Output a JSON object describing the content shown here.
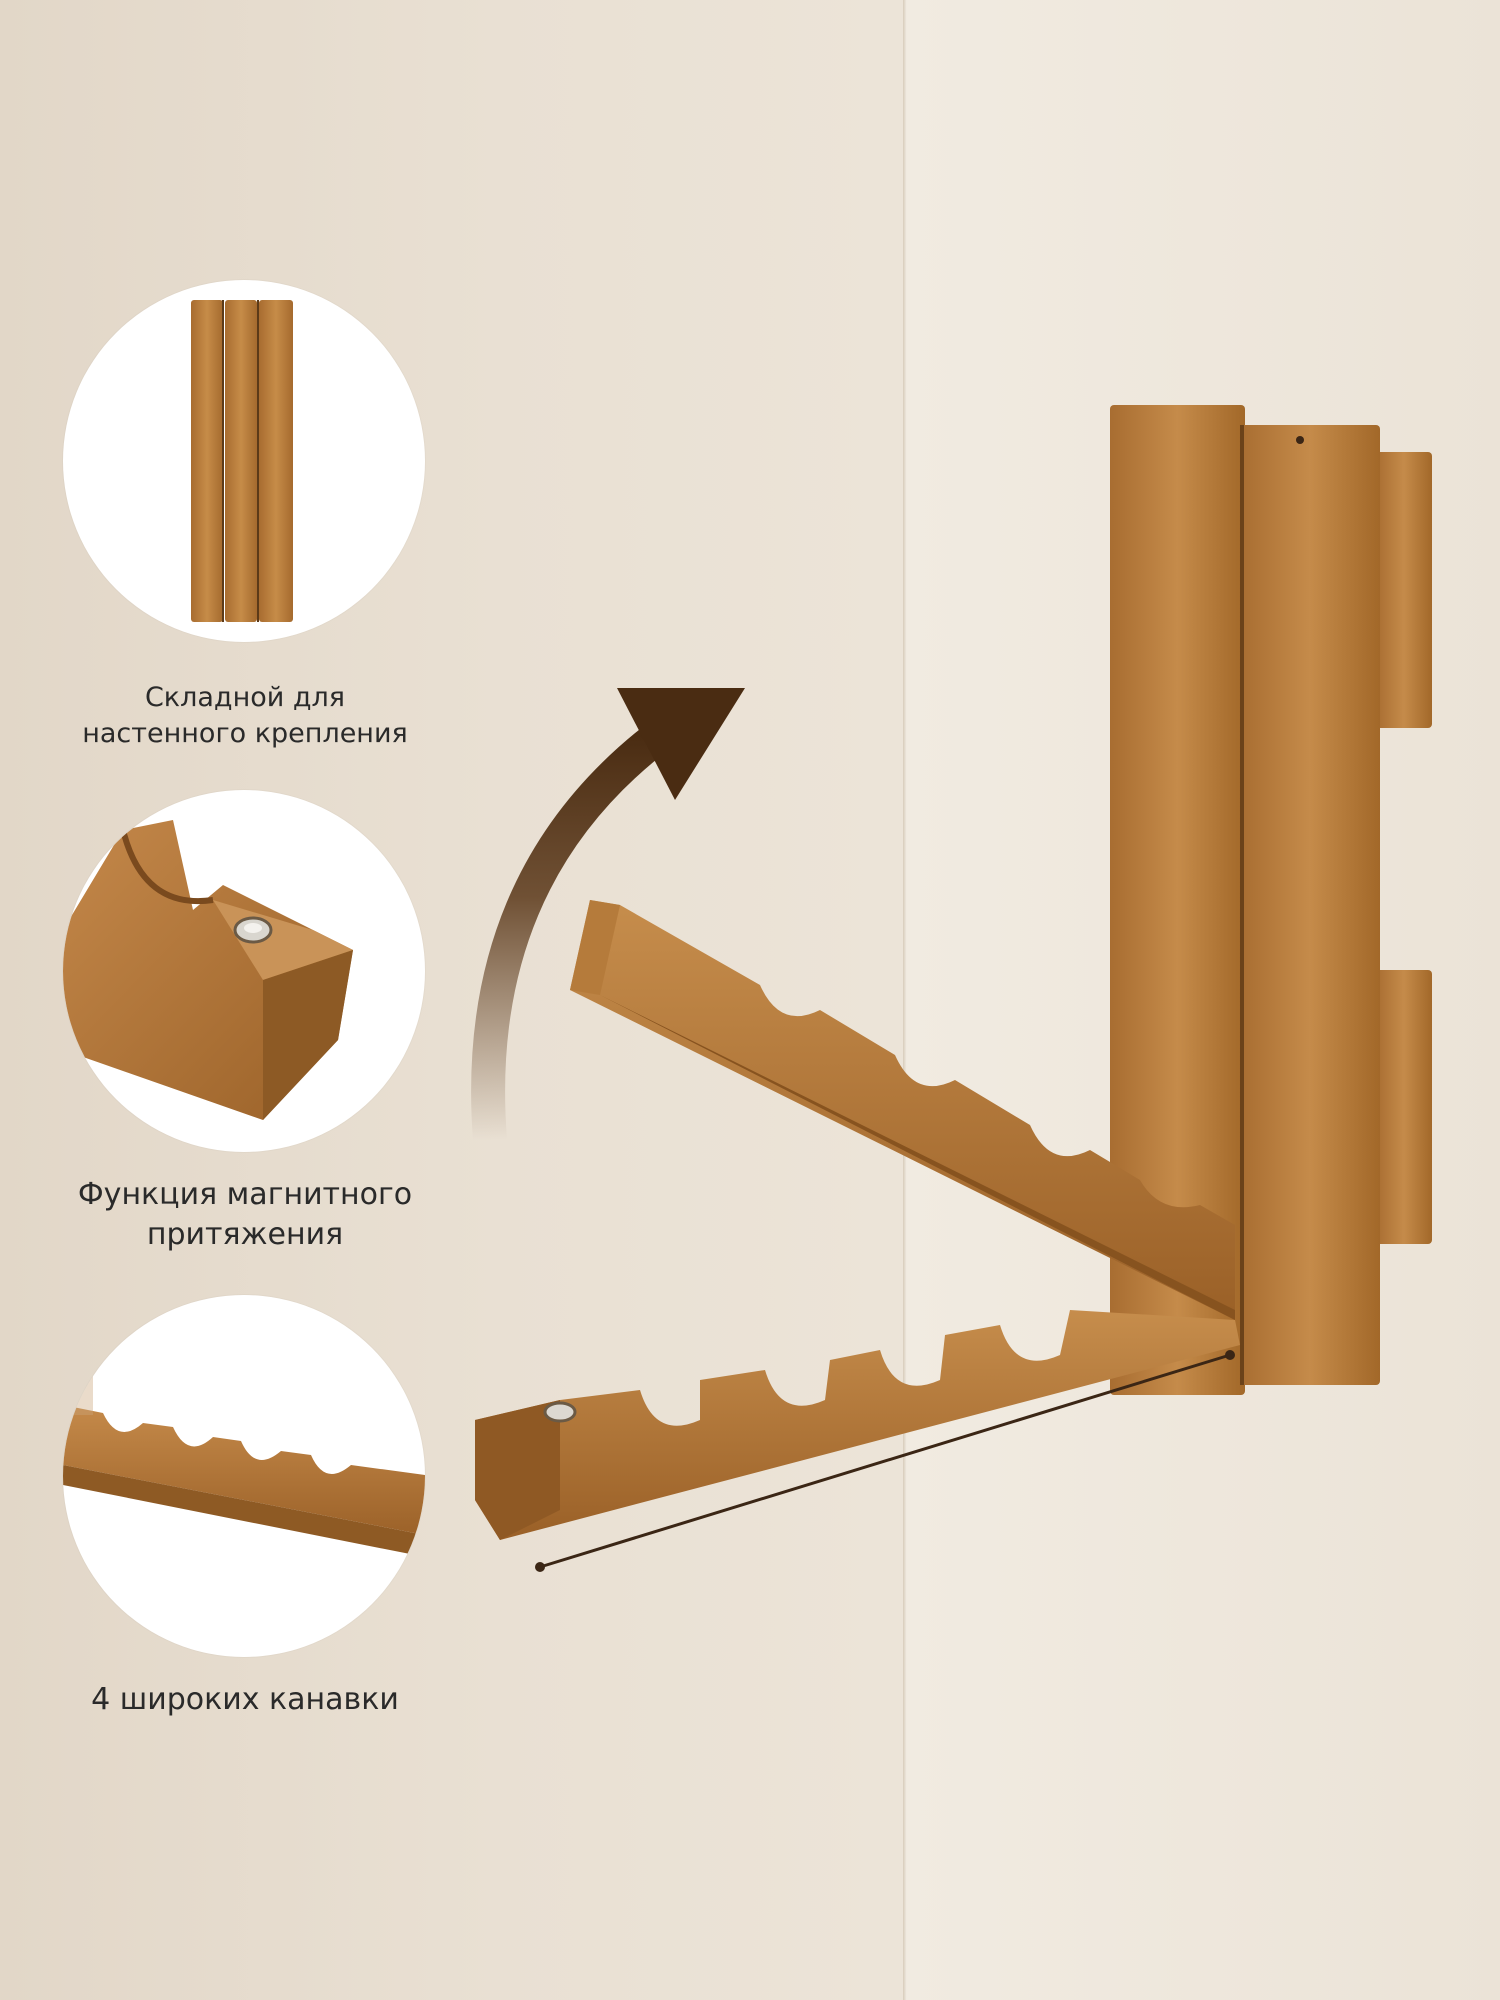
{
  "features": [
    {
      "caption_line1": "Складной для",
      "caption_line2": "настенного крепления",
      "icon": "folded-rack-closeup"
    },
    {
      "caption_line1": "Функция магнитного",
      "caption_line2": "притяжения",
      "icon": "magnet-closeup"
    },
    {
      "caption_line1": "4 широких канавки",
      "caption_line2": "",
      "icon": "grooves-closeup"
    }
  ],
  "colors": {
    "wood_light": "#c8924e",
    "wood_mid": "#b27a3a",
    "wood_dark": "#8a5a26",
    "arrow": "#5a3718",
    "wall": "#e8dfd2"
  }
}
